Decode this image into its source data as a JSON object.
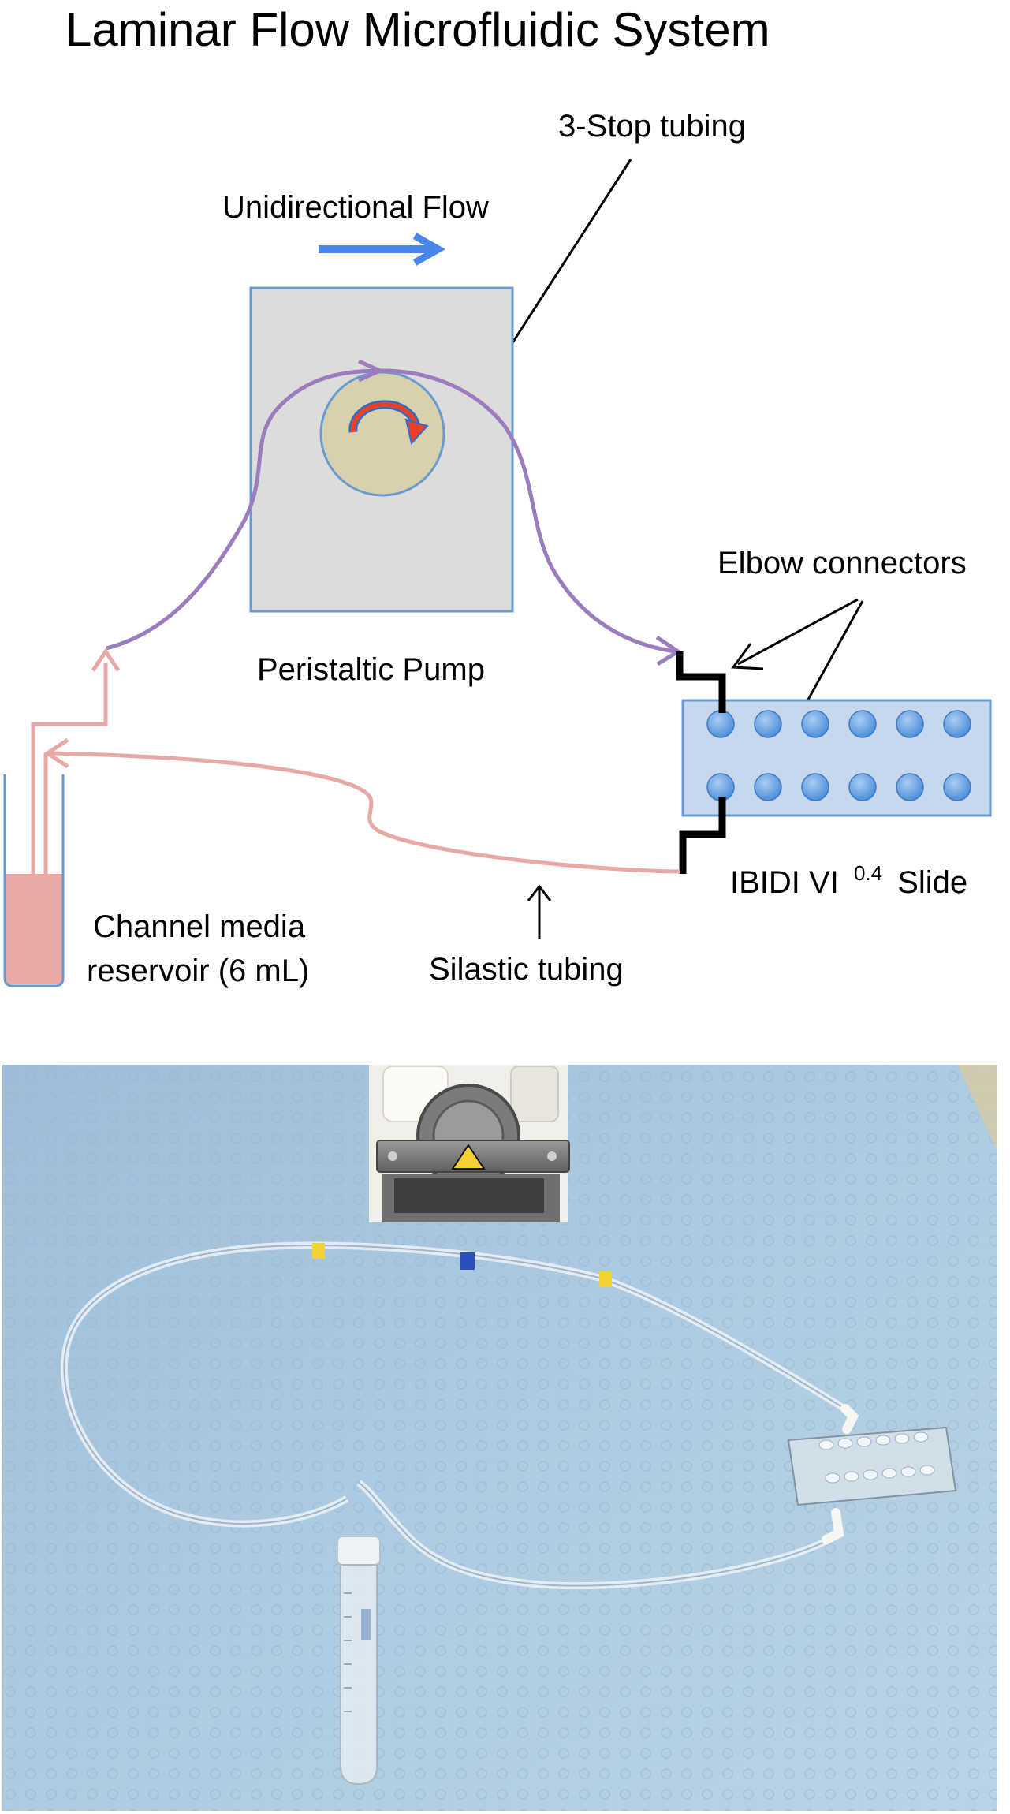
{
  "figure": {
    "title": "Laminar Flow Microfluidic System",
    "labels": {
      "three_stop": "3-Stop tubing",
      "unidirectional": "Unidirectional Flow",
      "pump": "Peristaltic Pump",
      "elbow": "Elbow connectors",
      "slide_main": "IBIDI VI",
      "slide_sup": "0.4",
      "slide_suffix": "Slide",
      "reservoir_line1": "Channel media",
      "reservoir_line2": "reservoir (6 mL)",
      "silastic": "Silastic tubing"
    },
    "colors": {
      "purple_tubing": "#9b7dbd",
      "pink_tubing": "#e8a9a6",
      "flow_arrow": "#4a86e8",
      "rotor_arrow": "#e8402b",
      "pump_body": "#dcdcdc",
      "rotor": "#d8d1ae",
      "slide": "#c5d8ee",
      "well": "#6ea5e6",
      "reservoir_media": "#e9a9a7",
      "photo_background": "#a9c6dd"
    }
  }
}
